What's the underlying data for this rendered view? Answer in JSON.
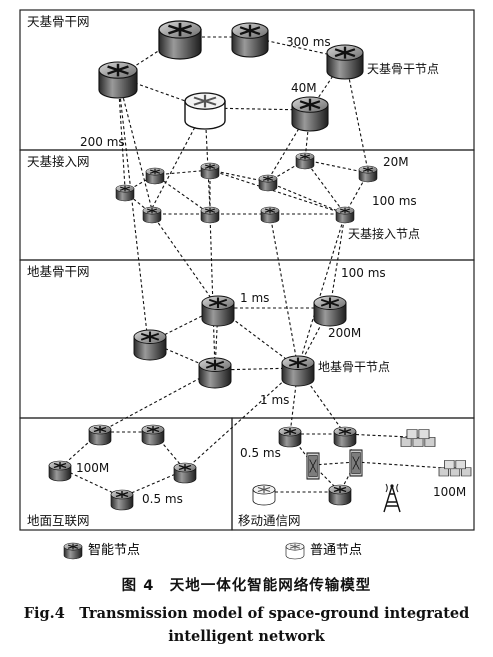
{
  "sections": {
    "space_backbone": "天基骨干网",
    "space_access": "天基接入网",
    "ground_backbone": "地基骨干网",
    "ground_internet": "地面互联网",
    "mobile": "移动通信网"
  },
  "annotations": {
    "space_backbone_node": "天基骨干节点",
    "space_access_node": "天基接入节点",
    "ground_backbone_node": "地基骨干节点",
    "lat_300ms": "300 ms",
    "bw_40M": "40M",
    "lat_200ms": "200 ms",
    "bw_20M": "20M",
    "lat_100ms_a": "100 ms",
    "lat_100ms_b": "100 ms",
    "lat_1ms_a": "1 ms",
    "bw_200M": "200M",
    "lat_1ms_b": "1 ms",
    "bw_100M_a": "100M",
    "lat_05ms_a": "0.5 ms",
    "lat_05ms_b": "0.5 ms",
    "bw_100M_b": "100M"
  },
  "legend": {
    "smart_node": "智能节点",
    "normal_node": "普通节点"
  },
  "caption": {
    "cn": "图 4　天地一体化智能网络传输模型",
    "en_line1": "Fig.4　Transmission model of space-ground integrated",
    "en_line2": "intelligent network"
  }
}
